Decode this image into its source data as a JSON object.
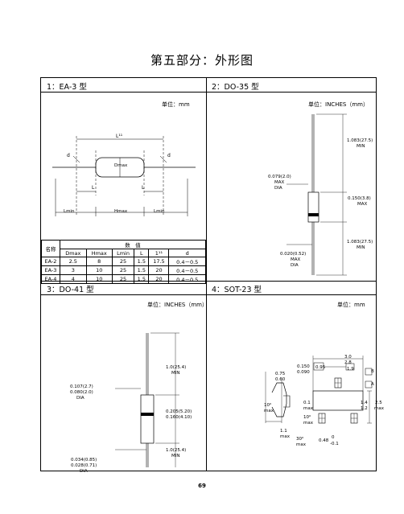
{
  "page": {
    "title": "第五部分：外形图",
    "number": "69"
  },
  "sections": {
    "ea3": {
      "header": "1：EA-3 型",
      "unit": "单位：mm",
      "labels": {
        "l1": "L¹¹",
        "d_left": "d",
        "d_right": "d",
        "dmax": "Dmax",
        "l_left": "L",
        "l_right": "L",
        "lmin_left": "Lmin",
        "hmax": "Hmax",
        "lmin_right": "Lmin"
      },
      "table": {
        "name_header": "名称",
        "value_header": "数　值",
        "columns": [
          "Dmax",
          "Hmax",
          "Lmin",
          "L",
          "1¹¹",
          "d"
        ],
        "rows": [
          {
            "name": "EA-2",
            "cells": [
              "2.5",
              "8",
              "25",
              "1.5",
              "17.5",
              "0.4－0.5"
            ]
          },
          {
            "name": "EA-3",
            "cells": [
              "3",
              "10",
              "25",
              "1.5",
              "20",
              "0.4－0.5"
            ]
          },
          {
            "name": "EA-4",
            "cells": [
              "4",
              "10",
              "25",
              "1.5",
              "20",
              "0.4－0.5"
            ]
          }
        ]
      }
    },
    "do35": {
      "header": "2：DO-35 型",
      "unit": "单位：INCHES（mm）",
      "labels": {
        "top_len": "1.083(27.5)",
        "top_len_min": "MIN",
        "body_dia": "0.079(2.0)",
        "body_dia_max": "MAX",
        "body_dia_dia": "DIA",
        "body_len": "0.150(3.8)",
        "body_len_max": "MAX",
        "lead_dia": "0.020(0.52)",
        "lead_dia_max": "MAX",
        "lead_dia_dia": "DIA",
        "bot_len": "1.083(27.5)",
        "bot_len_min": "MIN"
      }
    },
    "do41": {
      "header": "3：DO-41 型",
      "unit": "单位：INCHES（mm）",
      "labels": {
        "top_len": "1.0(25.4)",
        "top_len_min": "MIN",
        "body_dia_a": "0.107(2.7)",
        "body_dia_b": "0.080(2.0)",
        "body_dia_dia": "DIA",
        "body_len_a": "0.205(5.20)",
        "body_len_b": "0.160(4.10)",
        "bot_len": "1.0(25.4)",
        "bot_len_min": "MIN",
        "lead_dia_a": "0.034(0.85)",
        "lead_dia_b": "0.028(0.71)",
        "lead_dia_dia": "DIA"
      }
    },
    "sot23": {
      "header": "4：SOT-23 型",
      "unit": "单位：mm",
      "labels": {
        "w_top_a": "3.0",
        "w_top_b": "2.8",
        "pitch": "1.9",
        "pin_pitch": "0.95",
        "h_a": "0.75",
        "h_b": "0.60",
        "lead_a": "0.150",
        "lead_b": "0.090",
        "ang1": "10⁰",
        "ang1_max": "max",
        "t_a": "0.1",
        "t_max": "max",
        "ang2": "10⁰",
        "ang2_max": "max",
        "body_h": "1.1",
        "body_h_max": "max",
        "ang3": "30⁰",
        "ang3_max": "max",
        "lead_w": "0.48",
        "lead_w_tol_p": "0",
        "lead_w_tol_n": "-0.1",
        "side_a": "1.4",
        "side_b": "1.2",
        "side_c": "2.5",
        "side_max": "max",
        "ref_b": "B",
        "ref_a": "A"
      }
    }
  }
}
